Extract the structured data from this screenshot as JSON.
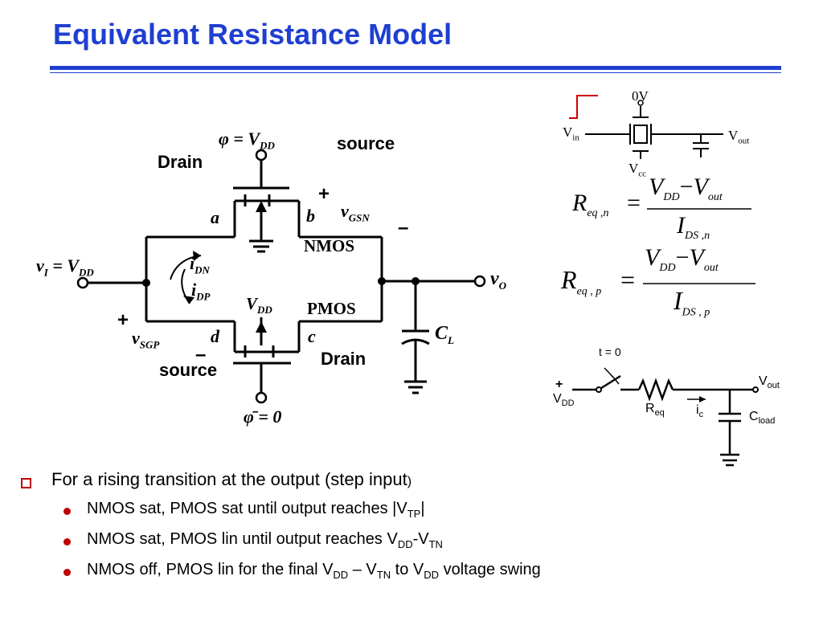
{
  "title": "Equivalent Resistance Model",
  "main_circuit": {
    "drain_top": "Drain",
    "source_top": "source",
    "drain_bottom": "Drain",
    "source_bottom": "source",
    "phi_top": "φ = V",
    "phi_top_sub": "DD",
    "phi_bottom": "φ̄ = 0",
    "input_label": "v",
    "input_label_sub": "I",
    "input_value": " = V",
    "input_value_sub": "DD",
    "output_label": "v",
    "output_label_sub": "O",
    "node_a": "a",
    "node_b": "b",
    "node_c": "c",
    "node_d": "d",
    "vgsn": "v",
    "vgsn_sub": "GSN",
    "vsgp": "v",
    "vsgp_sub": "SGP",
    "nmos": "NMOS",
    "pmos": "PMOS",
    "idn": "i",
    "idn_sub": "DN",
    "idp": "i",
    "idp_sub": "DP",
    "vdd_mid": "V",
    "vdd_mid_sub": "DD",
    "cl": "C",
    "cl_sub": "L",
    "plus": "+",
    "minus": "–"
  },
  "small_circuit": {
    "zero_v": "0V",
    "vin": "V",
    "vin_sub": "in",
    "vout": "V",
    "vout_sub": "out",
    "vcc": "V",
    "vcc_sub": "cc"
  },
  "equations": {
    "r": "R",
    "eq_n_sub": "eq ,n",
    "eq_p_sub": "eq , p",
    "equals": "=",
    "num_v": "V",
    "num_dd_sub": "DD",
    "minus": "−",
    "num_out_sub": "out",
    "den_i": "I",
    "den_n_sub": "DS ,n",
    "den_p_sub": "DS , p"
  },
  "rc_circuit": {
    "t0": "t = 0",
    "plus": "+",
    "vdd": "V",
    "vdd_sub": "DD",
    "req": "R",
    "req_sub": "eq",
    "ic": "i",
    "ic_sub": "c",
    "vout": "V",
    "vout_sub": "out",
    "cload": "C",
    "cload_sub": "load"
  },
  "bullets": {
    "main": "For a rising transition at the output (step input",
    "main_tail": ")",
    "items": [
      {
        "p1": "NMOS sat, PMOS sat until output reaches |V",
        "s1": "TP",
        "p2": "|"
      },
      {
        "p1": "NMOS sat, PMOS lin until output reaches V",
        "s1": "DD",
        "p2": "-V",
        "s2": "TN"
      },
      {
        "p1": "NMOS off, PMOS lin for the final V",
        "s1": "DD",
        "p2": " – V",
        "s2": "TN",
        "p3": " to V",
        "s3": "DD",
        "p4": " voltage swing"
      }
    ]
  },
  "colors": {
    "title": "#1f3fd1",
    "bullet": "#c00000",
    "step": "#d00000"
  }
}
